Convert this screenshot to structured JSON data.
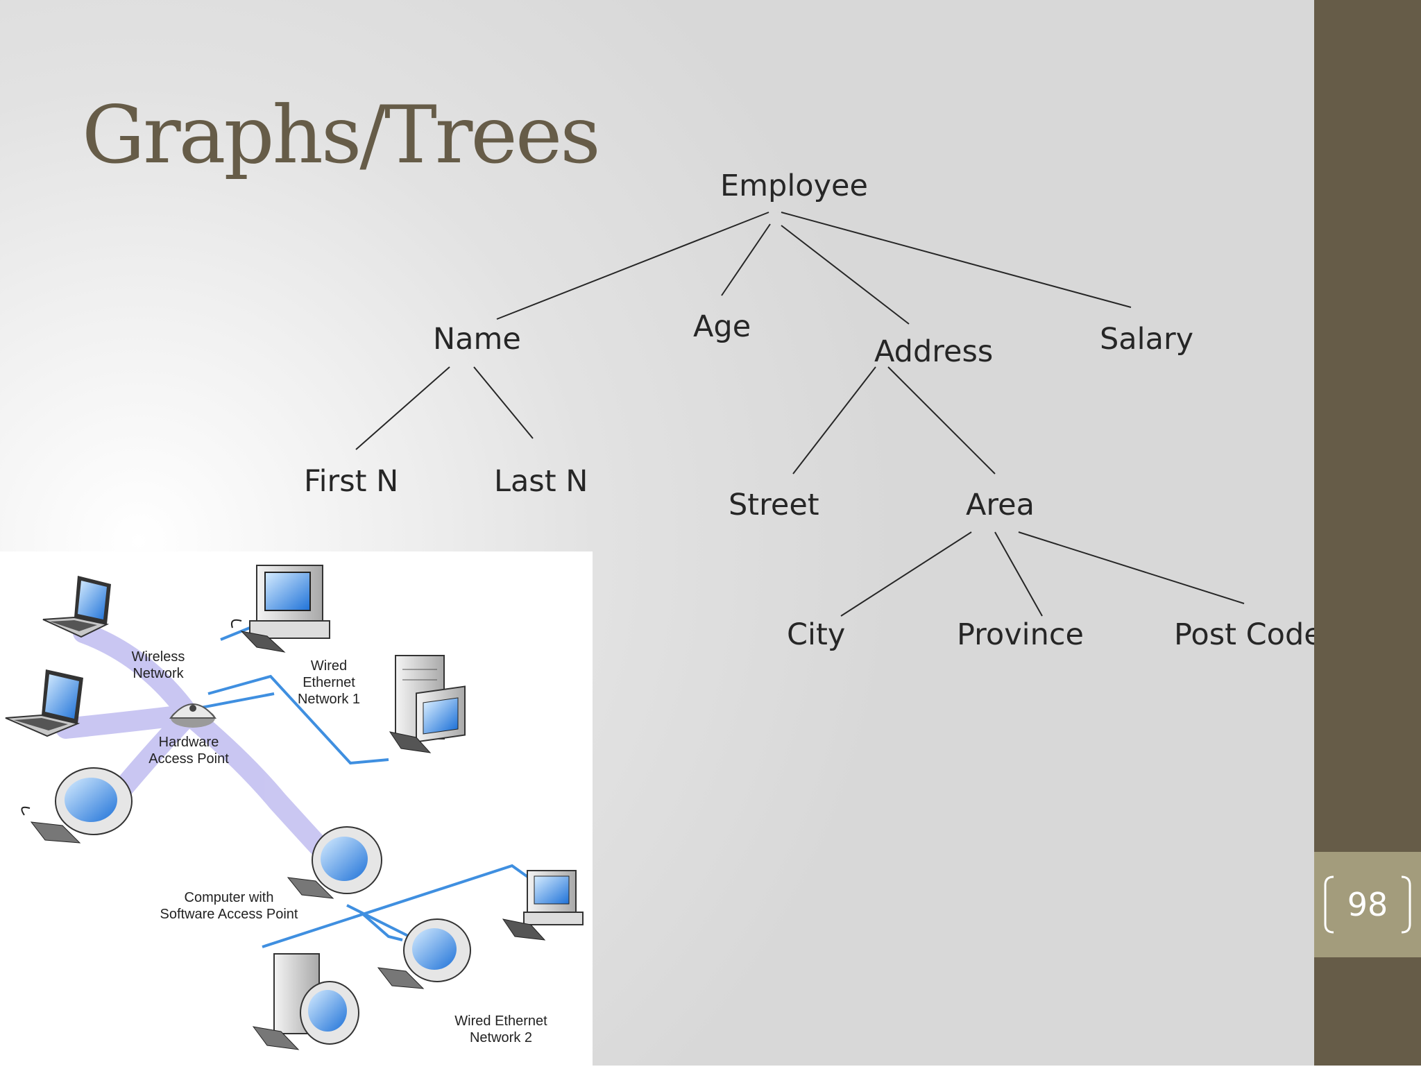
{
  "slide": {
    "title": "Graphs/Trees",
    "page_number": "98",
    "colors": {
      "accent": "#665c48",
      "page_box": "#a39c7c",
      "text": "#262626",
      "network_line": "#3f8fe0"
    }
  },
  "tree": {
    "root": "Employee",
    "level1": [
      "Name",
      "Age",
      "Address",
      "Salary"
    ],
    "name_children": [
      "First N",
      "Last N"
    ],
    "address_children": [
      "Street",
      "Area"
    ],
    "area_children": [
      "City",
      "Province",
      "Post Code"
    ]
  },
  "network": {
    "wireless_network": [
      "Wireless",
      "Network"
    ],
    "hardware_access_point": [
      "Hardware",
      "Access Point"
    ],
    "wired_ethernet_1": [
      "Wired",
      "Ethernet",
      "Network 1"
    ],
    "software_access_point": [
      "Computer with",
      "Software Access Point"
    ],
    "wired_ethernet_2": [
      "Wired Ethernet",
      "Network 2"
    ]
  }
}
